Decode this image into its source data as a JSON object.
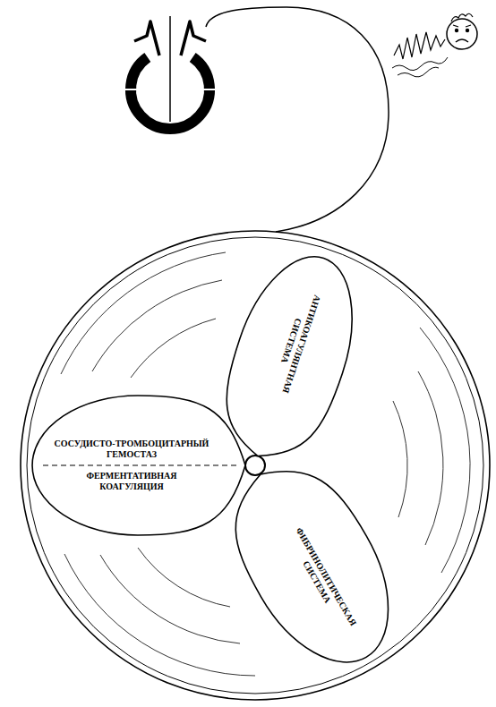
{
  "diagram": {
    "nodes": [
      {
        "text": [
          "СОСУДИСТО-ТРОМБОЦИТАРНЫЙ ГЕМОСТАЗ",
          "ФЕРМЕНТАТИВНАЯ КОАГУЛЯЦИЯ"
        ]
      },
      {
        "text": [
          "АНТИКОАГУЛЯНТНАЯ СИСТЕМА"
        ]
      },
      {
        "text": [
          "ФИБРИНОЛИТИЧЕСКАЯ СИСТЕМА"
        ]
      }
    ]
  }
}
